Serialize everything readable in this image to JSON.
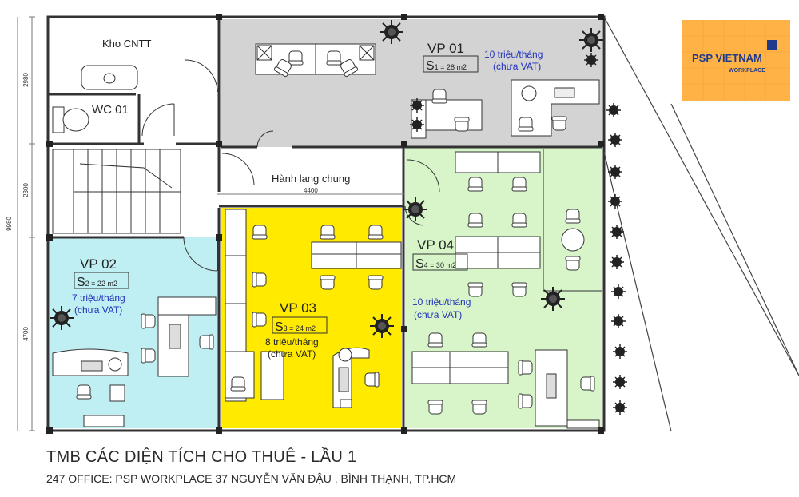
{
  "rooms": {
    "kho": {
      "name": "Kho CNTT"
    },
    "wc": {
      "name": "WC 01"
    },
    "corridor": {
      "name": "Hành lang chung",
      "dim": "4400"
    },
    "vp01": {
      "name": "VP 01",
      "area_s": "S",
      "area_rest": "1 = 28 m2",
      "price": "10 triệu/tháng",
      "vat": "(chưa VAT)",
      "color": "#d3d3d3"
    },
    "vp02": {
      "name": "VP 02",
      "area_s": "S",
      "area_rest": "2 = 22 m2",
      "price": "7 triệu/tháng",
      "vat": "(chưa VAT)",
      "color": "#bfeef3"
    },
    "vp03": {
      "name": "VP 03",
      "area_s": "S",
      "area_rest": "3 = 24 m2",
      "price": "8 triệu/tháng",
      "vat": "(chưa VAT)",
      "color": "#ffea00"
    },
    "vp04": {
      "name": "VP 04",
      "area_s": "S",
      "area_rest": "4 = 30 m2",
      "price": "10 triệu/tháng",
      "vat": "(chưa VAT)",
      "color": "#d7f5c8"
    }
  },
  "dimensions": {
    "total": "9980",
    "d1": "2980",
    "d2": "2300",
    "d3": "4700"
  },
  "logo": {
    "line1": "PSP VIETNAM",
    "line2": "WORKPLACE",
    "bg": "#ffb347"
  },
  "caption": {
    "title": "TMB CÁC DIỆN TÍCH CHO THUÊ - LẦU 1",
    "subtitle": "247 OFFICE: PSP WORKPLACE 37 NGUYỄN VĂN ĐẬU , BÌNH THẠNH, TP.HCM"
  },
  "colors": {
    "label_blue": "#2233bb",
    "wall": "#333333"
  },
  "icons": [
    "plant-icon",
    "chair-icon",
    "desk-icon",
    "toilet-icon",
    "sink-icon",
    "stair-icon"
  ]
}
